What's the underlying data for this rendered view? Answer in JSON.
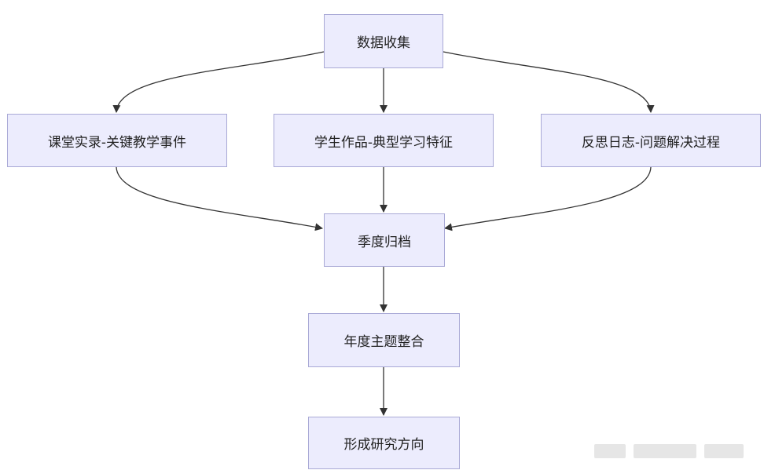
{
  "nodes": {
    "collect": "数据收集",
    "classroom": "课堂实录-关键教学事件",
    "student_work": "学生作品-典型学习特征",
    "reflection": "反思日志-问题解决过程",
    "archive": "季度归档",
    "integration": "年度主题整合",
    "direction": "形成研究方向"
  },
  "colors": {
    "node_fill": "#ececfd",
    "node_border": "#a9a9d6",
    "edge": "#333333"
  }
}
